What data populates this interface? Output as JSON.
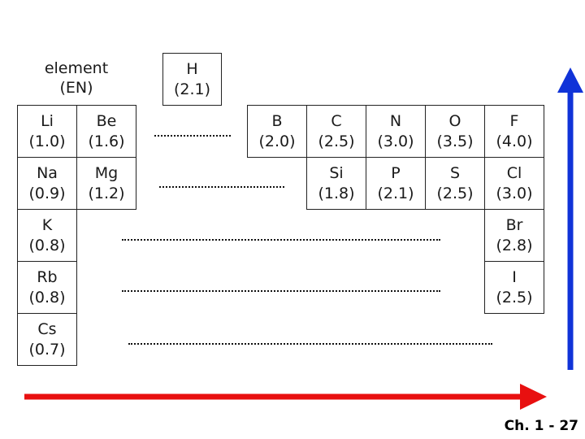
{
  "legend": {
    "line1": "element",
    "line2": "(EN)"
  },
  "cells": [
    {
      "id": "h",
      "symbol": "H",
      "en": "(2.1)"
    },
    {
      "id": "li",
      "symbol": "Li",
      "en": "(1.0)"
    },
    {
      "id": "be",
      "symbol": "Be",
      "en": "(1.6)"
    },
    {
      "id": "b",
      "symbol": "B",
      "en": "(2.0)"
    },
    {
      "id": "c",
      "symbol": "C",
      "en": "(2.5)"
    },
    {
      "id": "n",
      "symbol": "N",
      "en": "(3.0)"
    },
    {
      "id": "o",
      "symbol": "O",
      "en": "(3.5)"
    },
    {
      "id": "f",
      "symbol": "F",
      "en": "(4.0)"
    },
    {
      "id": "na",
      "symbol": "Na",
      "en": "(0.9)"
    },
    {
      "id": "mg",
      "symbol": "Mg",
      "en": "(1.2)"
    },
    {
      "id": "si",
      "symbol": "Si",
      "en": "(1.8)"
    },
    {
      "id": "p",
      "symbol": "P",
      "en": "(2.1)"
    },
    {
      "id": "s",
      "symbol": "S",
      "en": "(2.5)"
    },
    {
      "id": "cl",
      "symbol": "Cl",
      "en": "(3.0)"
    },
    {
      "id": "k",
      "symbol": "K",
      "en": "(0.8)"
    },
    {
      "id": "br",
      "symbol": "Br",
      "en": "(2.8)"
    },
    {
      "id": "rb",
      "symbol": "Rb",
      "en": "(0.8)"
    },
    {
      "id": "i",
      "symbol": "I",
      "en": "(2.5)"
    },
    {
      "id": "cs",
      "symbol": "Cs",
      "en": "(0.7)"
    }
  ],
  "colors": {
    "horizontal_arrow": "#e81010",
    "vertical_arrow": "#1033d8"
  },
  "footer": "Ch. 1 - 27"
}
